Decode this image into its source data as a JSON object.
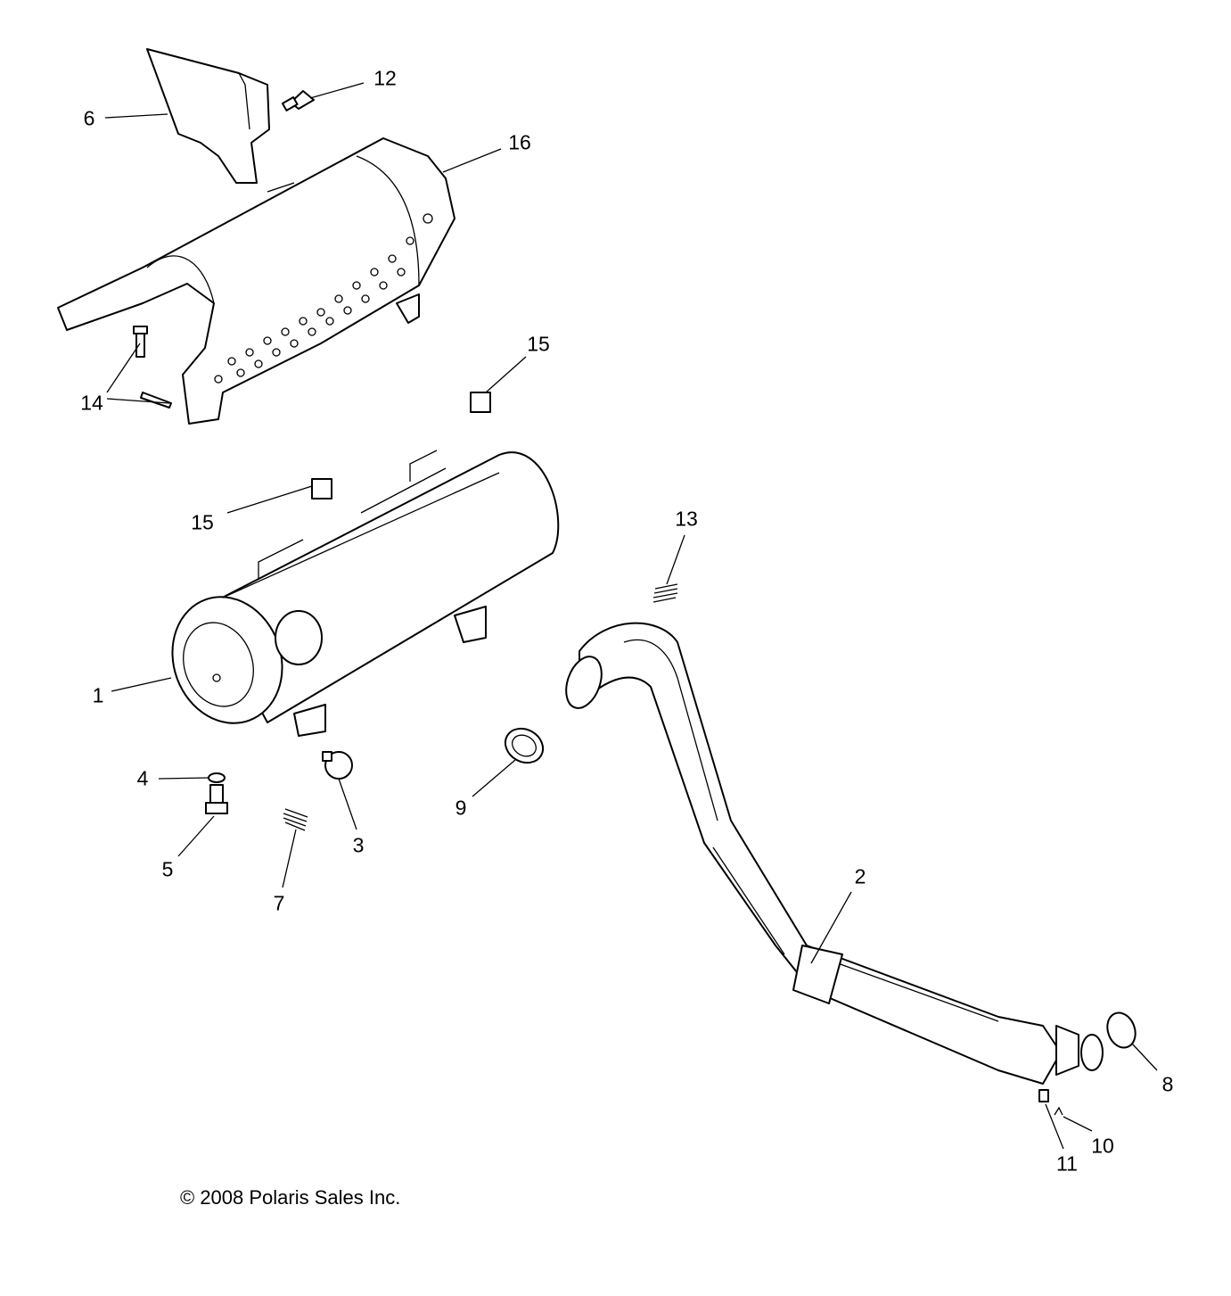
{
  "diagram": {
    "callouts": [
      {
        "id": "c12",
        "label": "12"
      },
      {
        "id": "c6",
        "label": "6"
      },
      {
        "id": "c16",
        "label": "16"
      },
      {
        "id": "c14",
        "label": "14"
      },
      {
        "id": "c15a",
        "label": "15"
      },
      {
        "id": "c15b",
        "label": "15"
      },
      {
        "id": "c13",
        "label": "13"
      },
      {
        "id": "c1",
        "label": "1"
      },
      {
        "id": "c4",
        "label": "4"
      },
      {
        "id": "c5",
        "label": "5"
      },
      {
        "id": "c7",
        "label": "7"
      },
      {
        "id": "c3",
        "label": "3"
      },
      {
        "id": "c9",
        "label": "9"
      },
      {
        "id": "c2",
        "label": "2"
      },
      {
        "id": "c8",
        "label": "8"
      },
      {
        "id": "c10",
        "label": "10"
      },
      {
        "id": "c11",
        "label": "11"
      }
    ],
    "copyright": "© 2008 Polaris Sales Inc."
  }
}
